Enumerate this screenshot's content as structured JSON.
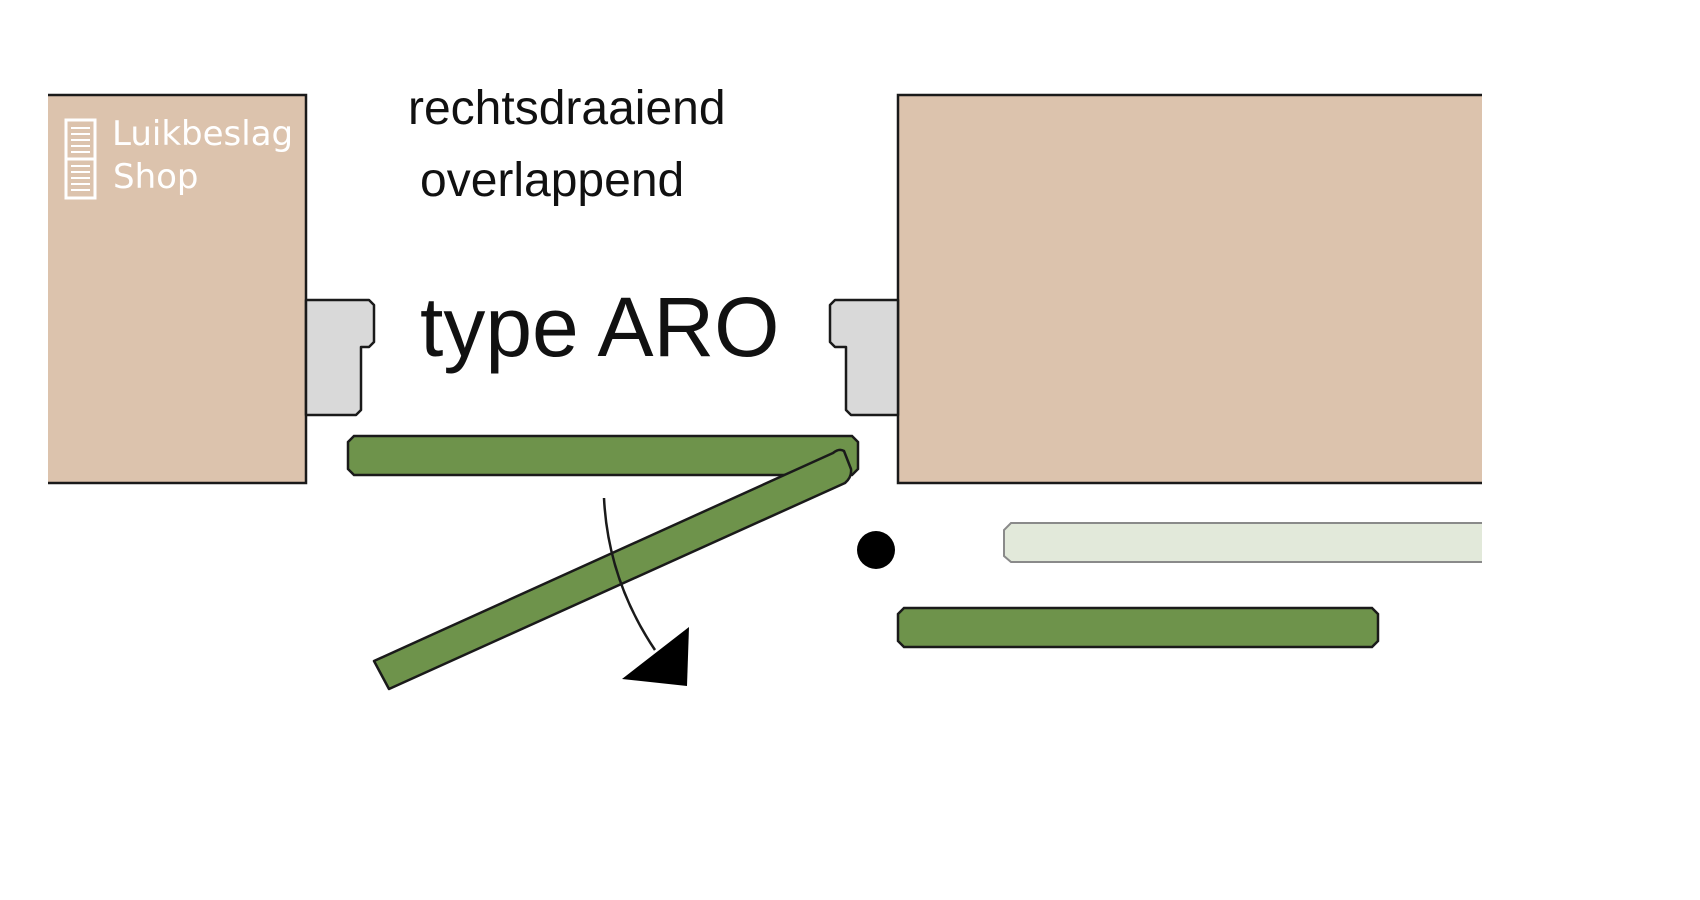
{
  "logo": {
    "line1": "Luikbeslag",
    "line2": "Shop",
    "icon": "shutter-icon"
  },
  "labels": {
    "rotation": "rechtsdraaiend",
    "mounting": "overlappend",
    "type": "type ARO"
  },
  "colors": {
    "wall": "#dcc3ad",
    "frame": "#d9d9d9",
    "shutter": "#6e934b",
    "shutter_ghost": "#e2e9da",
    "outline": "#1a1a1a",
    "background": "#ffffff"
  }
}
